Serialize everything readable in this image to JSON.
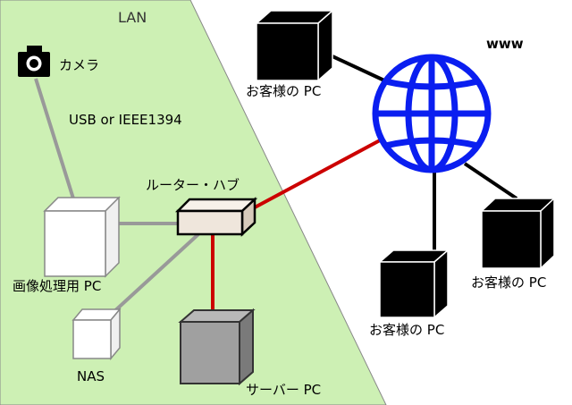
{
  "colors": {
    "lan_background": "#cdf0b4",
    "internet_link": "#cc0000",
    "lan_link": "#999999",
    "globe": "#0a1ef0",
    "client_pc": "#000000",
    "server_pc": "#a0a0a0",
    "router": "#efe6dc"
  },
  "labels": {
    "lan": "LAN",
    "www": "www",
    "camera": "カメラ",
    "camera_link": "USB or IEEE1394",
    "router": "ルーター・ハブ",
    "image_pc": "画像処理用 PC",
    "nas": "NAS",
    "server": "サーバー PC",
    "customer_pc_1": "お客様の PC",
    "customer_pc_2": "お客様の PC",
    "customer_pc_3": "お客様の PC"
  },
  "icons": {
    "camera": "camera-icon",
    "globe": "globe-icon"
  }
}
